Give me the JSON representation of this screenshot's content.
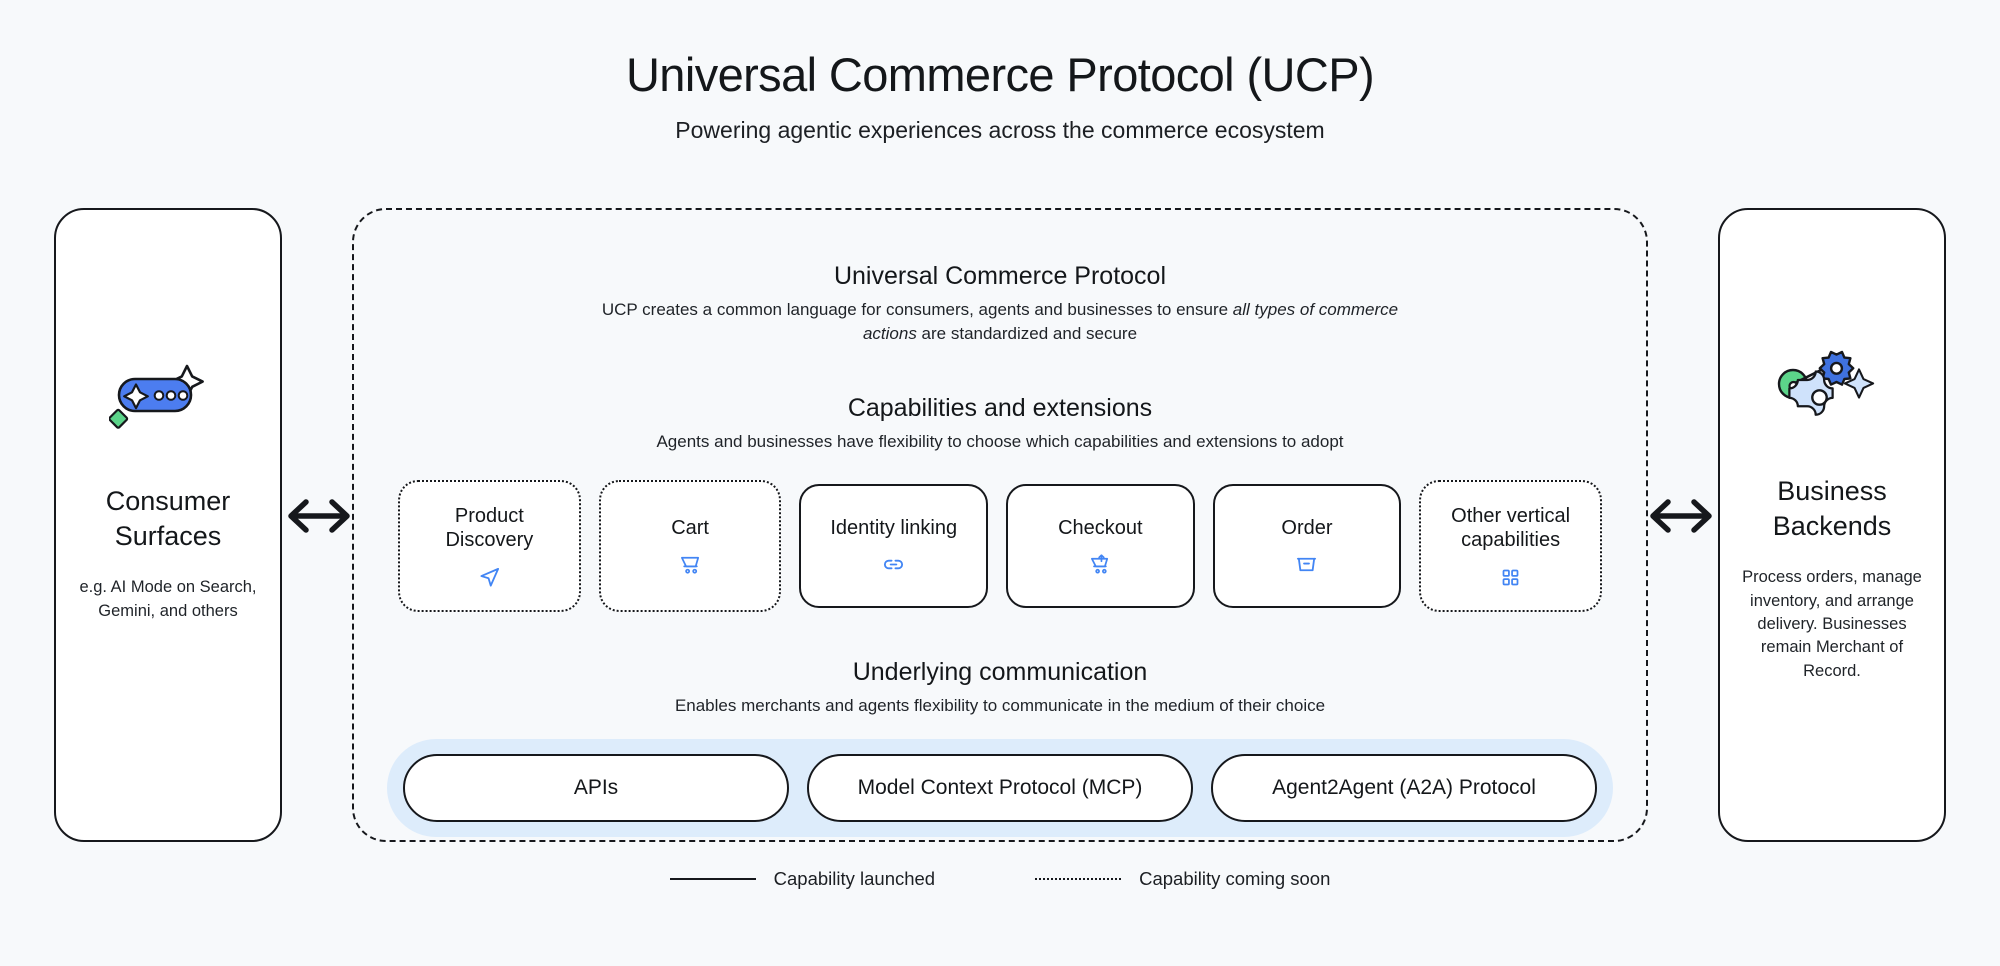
{
  "header": {
    "title": "Universal Commerce Protocol (UCP)",
    "subtitle": "Powering agentic experiences across the commerce ecosystem"
  },
  "consumer_panel": {
    "icon": "ai-chat-sparkle-icon",
    "title": "Consumer Surfaces",
    "description": "e.g. AI Mode on Search, Gemini, and others"
  },
  "business_panel": {
    "icon": "gears-sparkle-icon",
    "title": "Business Backends",
    "description": "Process orders, manage inventory, and arrange delivery. Businesses remain Merchant of Record."
  },
  "connectors": {
    "left_arrow": "bidirectional-arrow-icon",
    "right_arrow": "bidirectional-arrow-icon"
  },
  "ucp": {
    "heading": "Universal Commerce Protocol",
    "blurb_prefix": "UCP creates a common language for consumers, agents and businesses to ensure ",
    "blurb_emphasis": "all types of commerce actions",
    "blurb_suffix": " are standardized and secure"
  },
  "capabilities": {
    "heading": "Capabilities and extensions",
    "subheading": "Agents and businesses have flexibility to choose which capabilities and extensions to adopt",
    "items": [
      {
        "label": "Product Discovery",
        "icon": "navigation-arrow-icon",
        "status": "soon"
      },
      {
        "label": "Cart",
        "icon": "shopping-cart-icon",
        "status": "soon"
      },
      {
        "label": "Identity linking",
        "icon": "link-icon",
        "status": "launched"
      },
      {
        "label": "Checkout",
        "icon": "cart-checkout-icon",
        "status": "launched"
      },
      {
        "label": "Order",
        "icon": "package-box-icon",
        "status": "launched"
      },
      {
        "label": "Other vertical capabilities",
        "icon": "grid-dots-icon",
        "status": "soon"
      }
    ]
  },
  "communication": {
    "heading": "Underlying communication",
    "subheading": "Enables merchants and agents flexibility to communicate in the medium of their choice",
    "pills": [
      {
        "label": "APIs"
      },
      {
        "label": "Model Context Protocol (MCP)"
      },
      {
        "label": "Agent2Agent (A2A) Protocol"
      }
    ]
  },
  "legend": {
    "launched_label": "Capability launched",
    "coming_soon_label": "Capability coming soon"
  },
  "colors": {
    "background": "#f7f9fb",
    "ink": "#16181c",
    "accent_blue": "#4285f4",
    "band_blue": "#ddecfb",
    "green": "#5cd48a"
  }
}
